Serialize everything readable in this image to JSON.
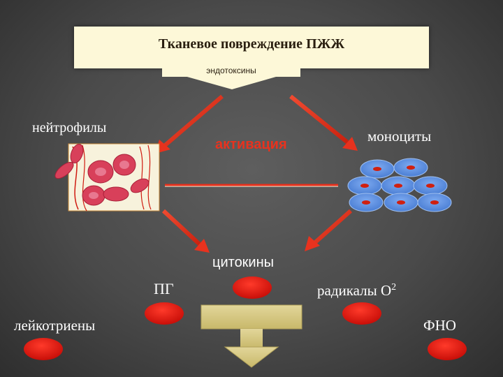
{
  "title": "Тканевое повреждение ПЖЖ",
  "endotoxins": "эндотоксины",
  "labels": {
    "neutrophils": "нейтрофилы",
    "activation": "активация",
    "monocytes": "моноциты",
    "cytokines": "цитокины",
    "pg": "ПГ",
    "radicals_base": "радикалы O",
    "radicals_sup": "2",
    "leukotrienes": "лейкотриены",
    "tnf": "ФНО"
  },
  "colors": {
    "arrow_red": "#e8321e",
    "activation_text": "#e8321e",
    "ellipse_red": "#e0170f",
    "monocyte_blue": "#5b8fe0",
    "bottom_arrow": "#d8cc88",
    "title_bg": "#fdf8d8"
  }
}
